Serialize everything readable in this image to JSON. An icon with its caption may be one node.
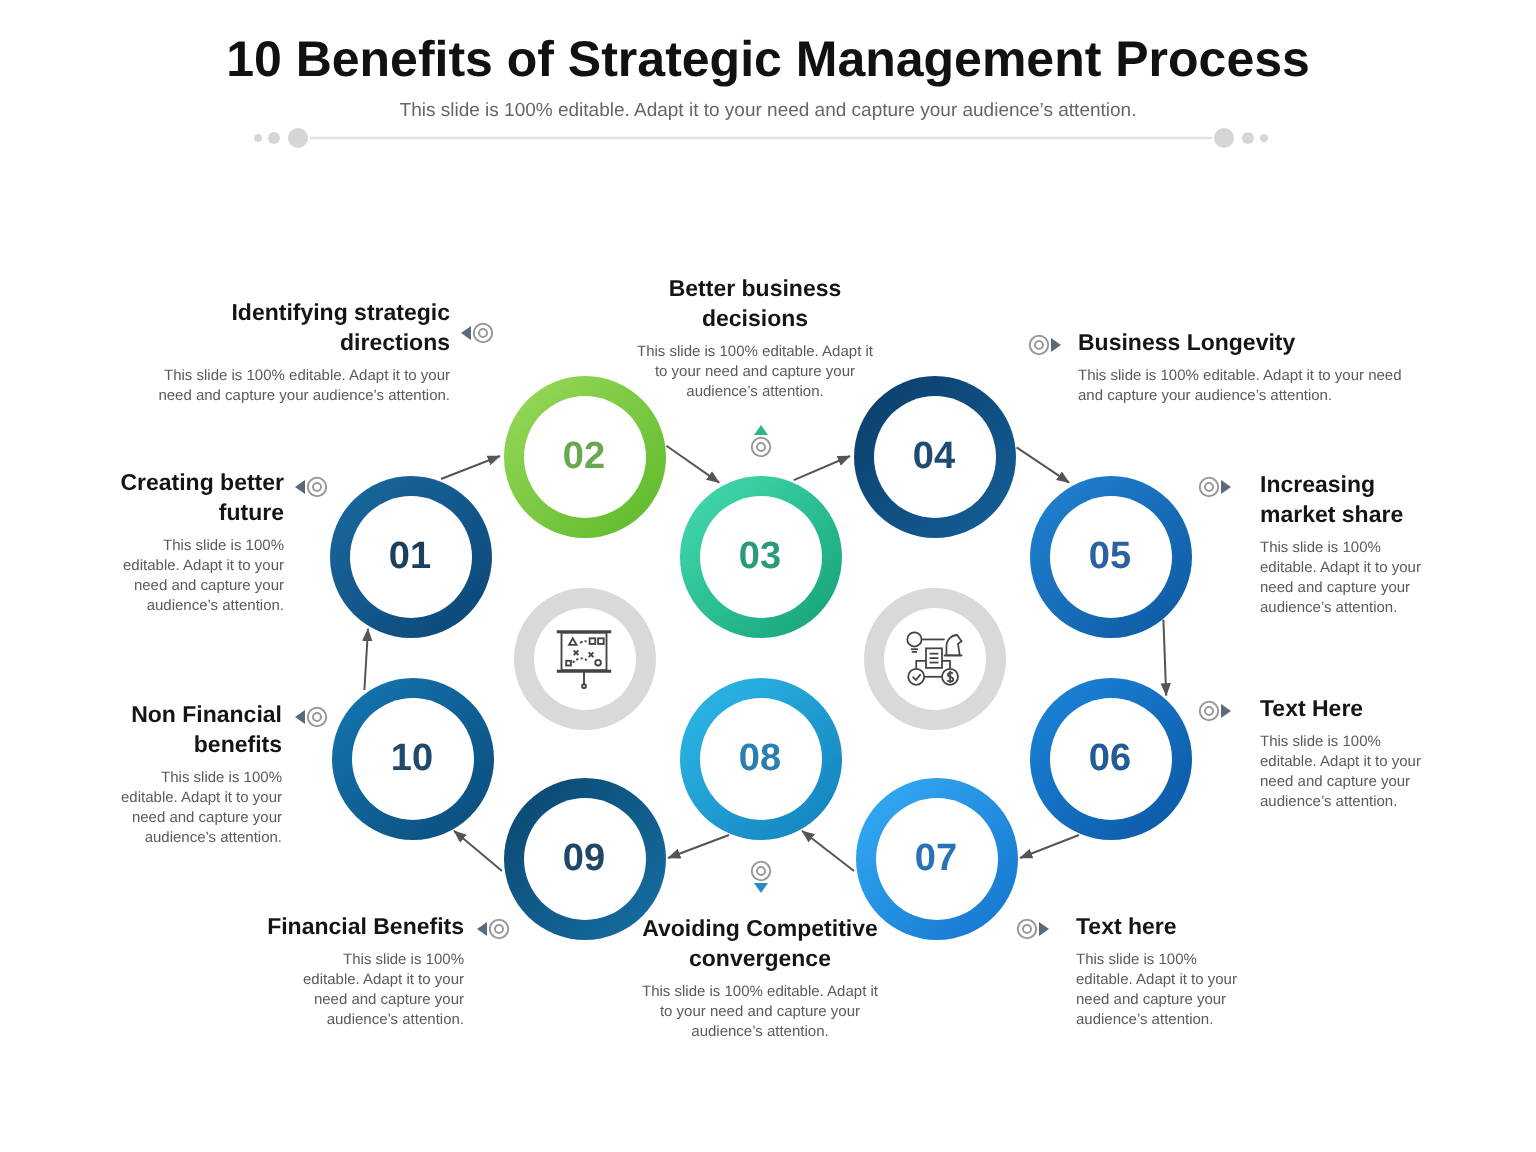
{
  "diagram": {
    "title": "10 Benefits of Strategic Management Process",
    "nodes": [
      {
        "text": [
          "01"
        ],
        "beside": [
          "Creating better future",
          "This slide is 100% editable. Adapt it to your need and capture your audience’s attention."
        ]
      },
      {
        "text": [
          "02"
        ],
        "beside": [
          "Identifying strategic directions",
          "This slide is 100% editable. Adapt it to your need and capture your audience’s attention."
        ]
      },
      {
        "text": [
          "03"
        ]
      },
      {
        "text": [
          "04"
        ],
        "beside": [
          "Business Longevity",
          "This slide is 100% editable. Adapt it to your need and capture your audience’s attention."
        ]
      },
      {
        "text": [
          "05"
        ],
        "beside": [
          "Increasing market share",
          "This slide is 100% editable. Adapt it to your need and capture your audience’s attention."
        ]
      },
      {
        "text": [
          "06"
        ],
        "beside": [
          "Text Here",
          "This slide is 100% editable. Adapt it to your need and capture your audience’s attention."
        ]
      },
      {
        "text": [
          "07"
        ],
        "beside": [
          "Text here",
          "This slide is 100% editable. Adapt it to your need and capture your audience’s attention."
        ]
      },
      {
        "text": [
          "08"
        ]
      },
      {
        "text": [
          "09"
        ],
        "beside": [
          "Financial Benefits",
          "This slide is 100% editable. Adapt it to your need and capture your audience’s attention."
        ]
      },
      {
        "text": [
          "10"
        ],
        "beside": [
          "Non Financial benefits",
          "This slide is 100% editable. Adapt it to your need and capture your audience’s attention."
        ]
      },
      {
        "text": [],
        "shape": "circle"
      },
      {
        "text": [],
        "shape": "circle"
      }
    ],
    "edges": [
      {
        "from": 0,
        "to": 1,
        "arrow": "to"
      },
      {
        "from": 1,
        "to": 2,
        "arrow": "to"
      },
      {
        "from": 2,
        "to": 3,
        "arrow": "to"
      },
      {
        "from": 3,
        "to": 4,
        "arrow": "to"
      },
      {
        "from": 4,
        "to": 5,
        "arrow": "to"
      },
      {
        "from": 5,
        "to": 6,
        "arrow": "to"
      },
      {
        "from": 6,
        "to": 7,
        "arrow": "to"
      },
      {
        "from": 7,
        "to": 8,
        "arrow": "to"
      },
      {
        "from": 8,
        "to": 9,
        "arrow": "to"
      },
      {
        "from": 9,
        "to": 0,
        "arrow": "to"
      }
    ],
    "labels": [
      "This slide is 100% editable. Adapt it to your need and capture your audience’s attention.",
      "Better business decisions",
      "This slide is 100% editable. Adapt it to your need and capture your audience’s attention.",
      "Avoiding Competitive convergence",
      "This slide is 100% editable. Adapt it to your need and capture your audience’s attention."
    ]
  }
}
